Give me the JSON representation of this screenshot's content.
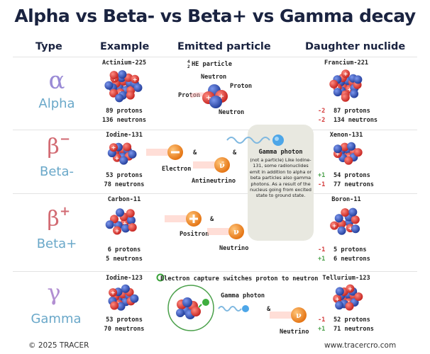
{
  "title": "Alpha vs Beta- vs Beta+  vs Gamma decay",
  "headers": {
    "type": "Type",
    "example": "Example",
    "emitted": "Emitted particle",
    "daughter": "Daughter nuclide"
  },
  "rows": {
    "alpha": {
      "symbol": "α",
      "name": "Alpha",
      "example_name": "Actinium-225",
      "example_protons": "89 protons",
      "example_neutrons": "136 neutrons",
      "emitted_label": "HE particle",
      "emitted_mass": "4",
      "emitted_atomic": "2",
      "label_neutron1": "Neutron",
      "label_proton1": "Proton",
      "label_proton2": "Proton",
      "label_neutron2": "Neutron",
      "daughter_name": "Francium-221",
      "delta_protons": "-2",
      "delta_neutrons": "-2",
      "daughter_protons": "87 protons",
      "daughter_neutrons": "134 neutrons"
    },
    "beta_minus": {
      "symbol": "β",
      "sup": "−",
      "name": "Beta-",
      "example_name": "Iodine-131",
      "example_protons": "53 protons",
      "example_neutrons": "78 neutrons",
      "amp1": "&",
      "amp2": "&",
      "label_electron": "Electron",
      "label_antineutrino": "Antineutrino",
      "daughter_name": "Xenon-131",
      "delta_protons": "+1",
      "delta_neutrons": "-1",
      "daughter_protons": "54 protons",
      "daughter_neutrons": "77 neutrons"
    },
    "beta_plus": {
      "symbol": "β",
      "sup": "+",
      "name": "Beta+",
      "example_name": "Carbon-11",
      "example_protons": "6 protons",
      "example_neutrons": "5 neutrons",
      "amp": "&",
      "label_positron": "Positron",
      "label_neutrino": "Neutrino",
      "daughter_name": "Boron-11",
      "delta_protons": "-1",
      "delta_neutrons": "+1",
      "daughter_protons": "5 protons",
      "daughter_neutrons": "6 neutrons"
    },
    "gamma": {
      "symbol": "γ",
      "name": "Gamma",
      "example_name": "Iodine-123",
      "example_protons": "53 protons",
      "example_neutrons": "70 neutrons",
      "capture_note": "Electron capture switches proton to neutron",
      "label_gamma": "Gamma photon",
      "amp": "&",
      "label_neutrino": "Neutrino",
      "daughter_name": "Tellurium-123",
      "delta_protons": "-1",
      "delta_neutrons": "+1",
      "daughter_protons": "52 protons",
      "daughter_neutrons": "71 neutrons"
    }
  },
  "callout": {
    "title": "Gamma photon",
    "body": "(not a particle) Like Iodine-131, some radionuclides emit in addition to alpha or beta particles also gamma photons. As a result of the nucleus going from excited state to ground state."
  },
  "footer": {
    "copyright": "© 2025 TRACER",
    "url": "www.tracercro.com"
  },
  "colors": {
    "title": "#1a2340",
    "type_name": "#6aa8c9",
    "proton": "#d9352f",
    "neutron": "#2f4fb0",
    "particle_orange": "#f08a1c",
    "decrease": "#d43a3a",
    "increase": "#4aa04a"
  }
}
